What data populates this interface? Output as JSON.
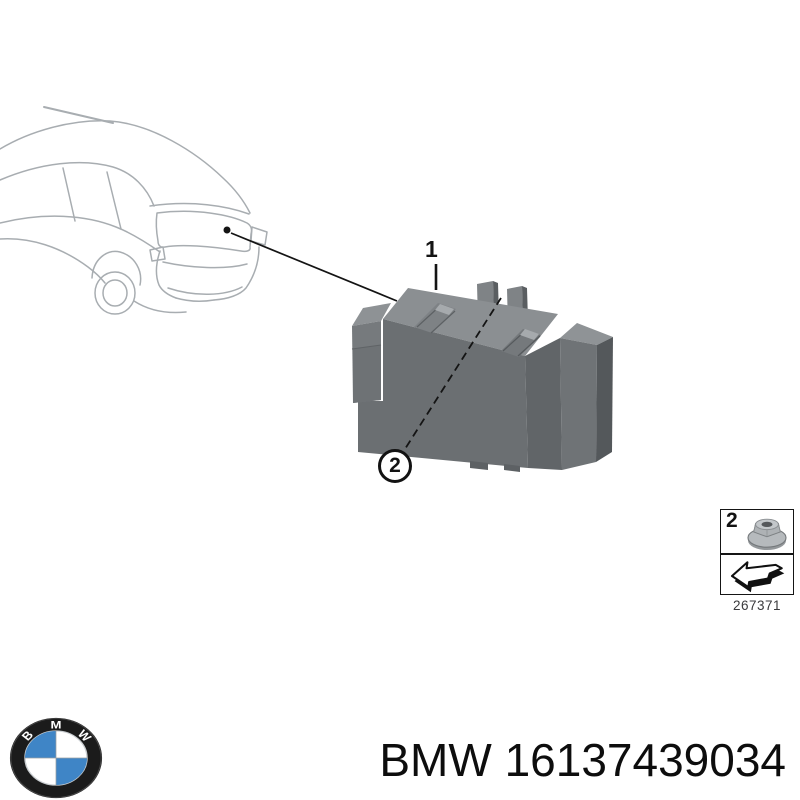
{
  "page": {
    "background": "#ffffff"
  },
  "callouts": {
    "label_1": "1",
    "label_2": "2"
  },
  "parts_box": {
    "item_label": "2",
    "diagram_code": "267371"
  },
  "footer": {
    "brand": "BMW",
    "part_number": "16137439034",
    "logo_letters": [
      "B",
      "M",
      "W"
    ]
  },
  "colors": {
    "line_art_gray": "#a8adb1",
    "callout_ink": "#141414",
    "module_top": "#8b8f92",
    "module_front": "#6b6f72",
    "module_side": "#54585b",
    "logo_blue": "#3f85c6",
    "caption_gray": "#3a3a3d"
  }
}
